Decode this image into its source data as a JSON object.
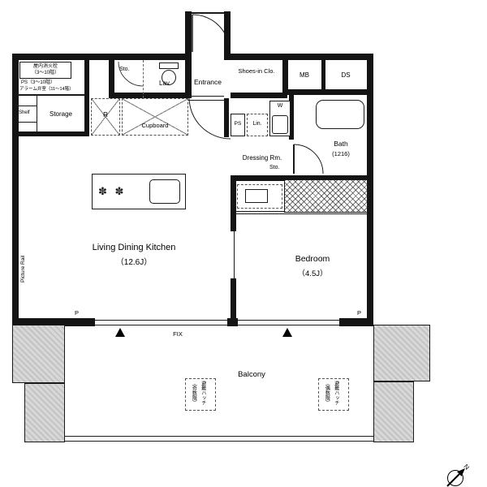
{
  "colors": {
    "wall": "#141414",
    "concrete_light": "#d8d8d8",
    "concrete_dark": "#c3c3c3",
    "line": "#1a1a1a"
  },
  "shaft": {
    "boxed_line1": "屋内消火栓",
    "boxed_line2": "（3～10階）",
    "line2": "PS（3～10階）",
    "line3": "アラーム弁室（11～14階）"
  },
  "top_rooms": {
    "sto": "Sto.",
    "lav": "Lav.",
    "entrance": "Entrance",
    "shoes_in_closet": "Shoes-in Clo.",
    "mb": "MB",
    "ds": "DS"
  },
  "left_rooms": {
    "shelf": "Shelf",
    "storage": "Storage",
    "fridge": "R",
    "cupboard": "Cupboard"
  },
  "mid_rooms": {
    "ps": "PS",
    "linen": "Lin.",
    "washer": "W",
    "bath": "Bath",
    "bath_size": "(1216)",
    "dressing": "Dressing Rm.",
    "sto": "Sto."
  },
  "main_rooms": {
    "ldk": "Living Dining Kitchen",
    "ldk_size": "（12.6J）",
    "bedroom": "Bedroom",
    "bedroom_size": "（4.5J）",
    "picture_rail": "Picture Rail",
    "balcony": "Balcony"
  },
  "openings": {
    "fix": "FIX",
    "pillar_left": "P",
    "pillar_right": "P"
  },
  "evac": {
    "odd_line1": "避難ハッチ",
    "odd_line2": "（奇数階）",
    "even_line1": "避難ハッチ",
    "even_line2": "（偶数階）"
  },
  "icons": {
    "stove_burners": "✽ ✽"
  },
  "compass": {
    "north": "N"
  }
}
